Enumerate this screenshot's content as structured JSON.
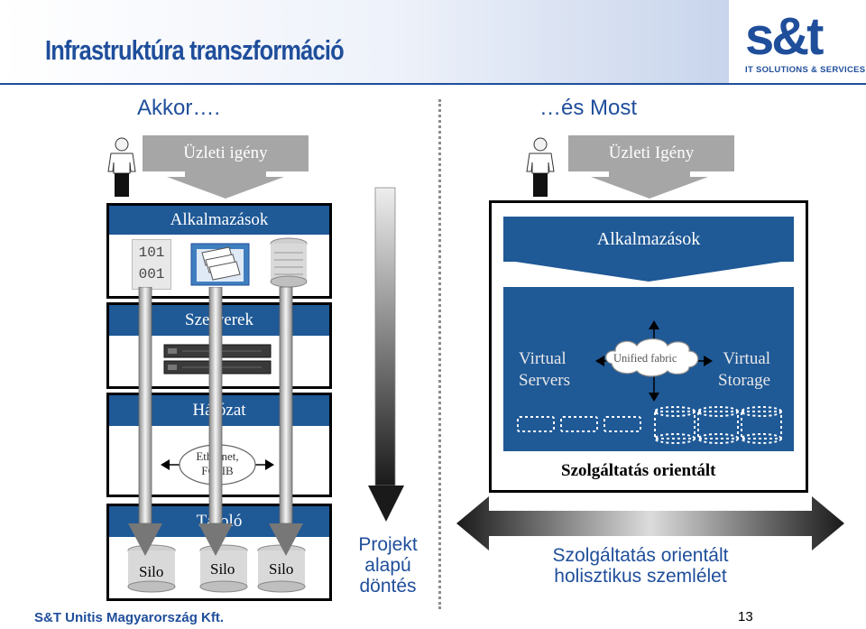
{
  "header": {
    "title": "Infrastruktúra transzformáció",
    "logo_main": "s&t",
    "logo_sub": "IT SOLUTIONS & SERVICES"
  },
  "left": {
    "label": "Akkor….",
    "need": "Üzleti igény",
    "apps": "Alkalmazások",
    "binary": "101\n001",
    "servers": "Szerverek",
    "network": "Hálózat",
    "network_types": "Ethernet,\nFC, IB",
    "storage": "Tároló",
    "silos": [
      "Silo",
      "Silo",
      "Silo"
    ]
  },
  "middle": {
    "project_text": "Projekt\nalapú\ndöntés"
  },
  "right": {
    "label": "…és Most",
    "need": "Üzleti Igény",
    "apps": "Alkalmazások",
    "virtual_servers": "Virtual\nServers",
    "unified_fabric": "Unified fabric",
    "virtual_storage": "Virtual\nStorage",
    "service_oriented": "Szolgáltatás orientált",
    "holistic": "Szolgáltatás orientált\nholisztikus szemlélet"
  },
  "footer": {
    "company": "S&T Unitis Magyarország Kft.",
    "page": "13"
  },
  "colors": {
    "accent_blue": "#1f4e9b",
    "bar_blue": "#1f5996",
    "gray_box": "#a6a6a6"
  }
}
